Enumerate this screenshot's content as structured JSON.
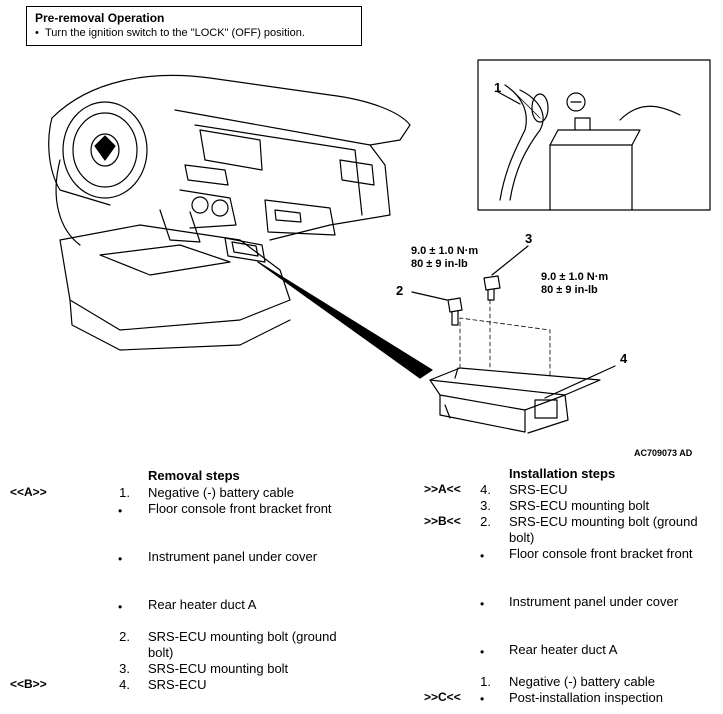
{
  "pre_removal": {
    "title": "Pre-removal Operation",
    "items": [
      "Turn the ignition switch to the \"LOCK\" (OFF) position."
    ]
  },
  "figure": {
    "callouts": [
      "1",
      "2",
      "3",
      "4"
    ],
    "torque_left": {
      "line1": "9.0 ± 1.0 N·m",
      "line2": "80 ± 9 in-lb"
    },
    "torque_right": {
      "line1": "9.0 ± 1.0 N·m",
      "line2": "80 ± 9 in-lb"
    },
    "code": "AC709073 AD"
  },
  "removal": {
    "heading": "Removal steps",
    "steps": [
      {
        "ref": "<<A>>",
        "num": "1.",
        "text": "Negative (-) battery cable"
      },
      {
        "ref": "",
        "num": "•",
        "text": "Floor console front bracket front"
      },
      {
        "ref": "",
        "num": "•",
        "text": "Instrument panel under cover"
      },
      {
        "ref": "",
        "num": "•",
        "text": "Rear heater duct A"
      },
      {
        "ref": "",
        "num": "2.",
        "text": "SRS-ECU mounting bolt (ground",
        "text2": "bolt)"
      },
      {
        "ref": "",
        "num": "3.",
        "text": "SRS-ECU mounting bolt"
      },
      {
        "ref": "<<B>>",
        "num": "4.",
        "text": "SRS-ECU"
      }
    ]
  },
  "installation": {
    "heading": "Installation steps",
    "steps": [
      {
        "ref": ">>A<<",
        "num": "4.",
        "text": "SRS-ECU"
      },
      {
        "ref": "",
        "num": "3.",
        "text": "SRS-ECU mounting bolt"
      },
      {
        "ref": ">>B<<",
        "num": "2.",
        "text": "SRS-ECU mounting bolt (ground",
        "text2": "bolt)"
      },
      {
        "ref": "",
        "num": "•",
        "text": "Floor console front bracket front"
      },
      {
        "ref": "",
        "num": "•",
        "text": "Instrument panel under cover"
      },
      {
        "ref": "",
        "num": "•",
        "text": "Rear heater duct A"
      },
      {
        "ref": "",
        "num": "1.",
        "text": "Negative (-) battery cable"
      },
      {
        "ref": ">>C<<",
        "num": "•",
        "text": "Post-installation inspection"
      }
    ]
  }
}
